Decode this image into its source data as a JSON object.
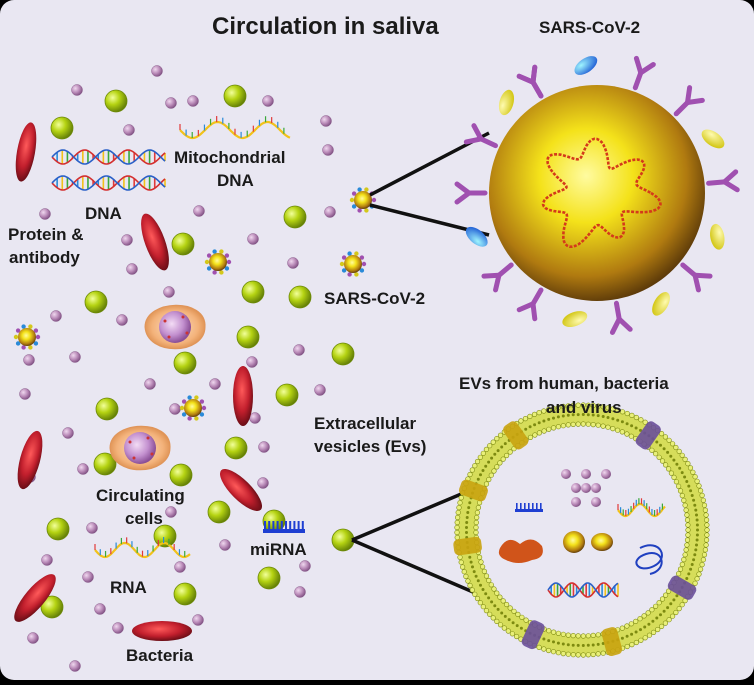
{
  "title": "Circulation in saliva",
  "labels": {
    "sars_big": "SARS-CoV-2",
    "mito_line1": "Mitochondrial",
    "mito_line2": "DNA",
    "dna": "DNA",
    "protein_line1": "Protein &",
    "protein_line2": "antibody",
    "sars_small": "SARS-CoV-2",
    "evs_title_line1": "EVs from human, bacteria",
    "evs_title_line2": "and virus",
    "extra_line1": "Extracellular",
    "extra_line2": "vesicles (Evs)",
    "circ_line1": "Circulating",
    "circ_line2": "cells",
    "mirna": "miRNA",
    "rna": "RNA",
    "bacteria": "Bacteria"
  },
  "colors": {
    "panel_bg": "#e9e7f2",
    "vesicle_green": "#b5d312",
    "small_particle": "#b98ab8",
    "bacteria_red": "#c21f2d",
    "virus_core": "#f4e21a",
    "spike_purple": "#a050b0",
    "spike_blue": "#2a8ad8",
    "cell_orange": "#f3b27a",
    "nucleus_purple": "#b77dc6",
    "membrane_yellow": "#d6dd5a",
    "mirna_blue": "#1f3fd2"
  }
}
